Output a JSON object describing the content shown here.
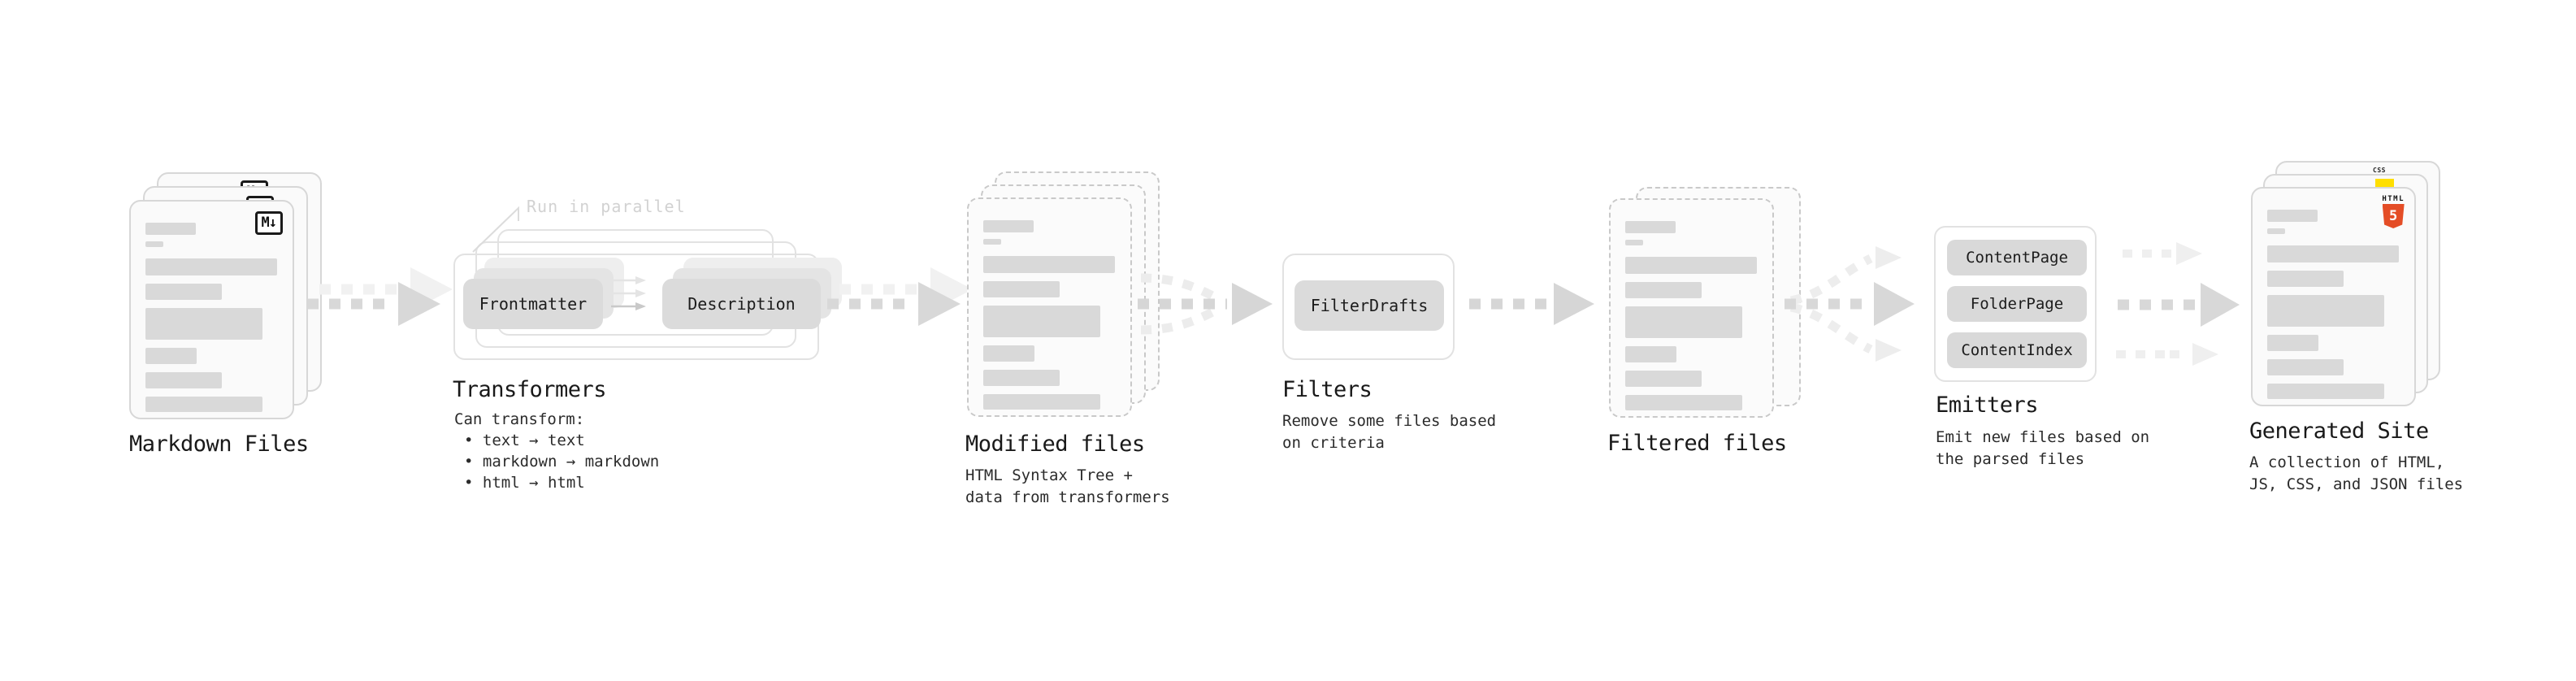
{
  "colors": {
    "accent_html5_badge": "#e44d26",
    "accent_js_badge": "#ffdf00",
    "accent_css_badge": "#2965f1",
    "card_border": "#d7d7d7",
    "node_fill": "#dbdbdb",
    "arrow_dark": "#d8d8d8",
    "arrow_light": "#f0f0f0",
    "annotation_text": "#d2d2d2"
  },
  "markdown_files": {
    "label": "Markdown Files",
    "badge": "M↓"
  },
  "transformers": {
    "label": "Transformers",
    "annotation": "Run in parallel",
    "node_left": "Frontmatter",
    "node_right": "Description",
    "caption_title": "Can transform:",
    "bullets": [
      "• text → text",
      "• markdown → markdown",
      "• html → html"
    ]
  },
  "modified_files": {
    "label": "Modified files",
    "caption_lines": [
      "HTML Syntax Tree +",
      "data from transformers"
    ]
  },
  "filters": {
    "label": "Filters",
    "node": "FilterDrafts",
    "caption_lines": [
      "Remove some files based",
      "on criteria"
    ]
  },
  "filtered_files": {
    "label": "Filtered files"
  },
  "emitters": {
    "label": "Emitters",
    "nodes": [
      "ContentPage",
      "FolderPage",
      "ContentIndex"
    ],
    "caption_lines": [
      "Emit new files based on",
      "the parsed files"
    ]
  },
  "generated_site": {
    "label": "Generated Site",
    "badges": {
      "html_label": "HTML",
      "html_number": "5",
      "css_label": "CSS"
    },
    "caption_lines": [
      "A collection of HTML,",
      "JS, CSS, and JSON files"
    ]
  }
}
